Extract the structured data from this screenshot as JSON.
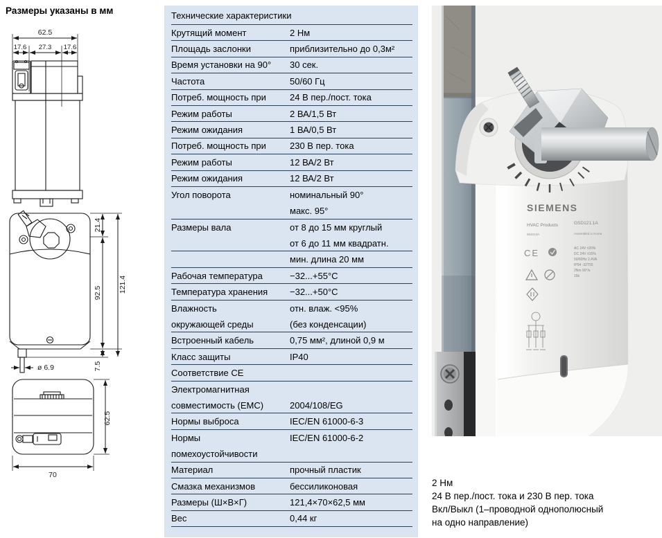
{
  "page": {
    "note_title": "Размеры указаны в мм"
  },
  "drawings": {
    "side_view": {
      "width_total": "62.5",
      "w1": "17.6",
      "w2": "27.3",
      "w3": "17.6"
    },
    "front_view": {
      "d_top": "21.4",
      "d_body": "92.5",
      "d_total": "121.4",
      "d_gland": "7.5",
      "d_cable": "ø 6.9"
    },
    "top_view": {
      "d_depth": "62.5",
      "d_width": "70"
    }
  },
  "table": {
    "title": "Технические характеристики",
    "rows": [
      {
        "label": "Крутящий момент",
        "value": "2 Нм",
        "rule": true
      },
      {
        "label": "Площадь заслонки",
        "value": "приблизительно до 0,3м²",
        "rule": true
      },
      {
        "label": "Время установки на 90°",
        "value": "30 сек.",
        "rule": true
      },
      {
        "label": "Частота",
        "value": "50/60 Гц",
        "rule": true
      },
      {
        "label": "Потреб. мощность при",
        "value": "24 В пер./пост. тока",
        "rule": true
      },
      {
        "label": "Режим работы",
        "value": "2 ВА/1,5 Вт",
        "rule": true
      },
      {
        "label": "Режим ожидания",
        "value": "1 ВА/0,5 Вт",
        "rule": true
      },
      {
        "label": "Потреб. мощность при",
        "value": "230 В пер. тока",
        "rule": true
      },
      {
        "label": "Режим работы",
        "value": "12 ВА/2 Вт",
        "rule": true
      },
      {
        "label": "Режим ожидания",
        "value": "12 ВА/2 Вт",
        "rule": true
      },
      {
        "label": "Угол поворота",
        "value": "номинальный 90°",
        "rule": false
      },
      {
        "label": "",
        "value": "макс. 95°",
        "rule": true
      },
      {
        "label": "Размеры вала",
        "value": "от 8 до 15 мм круглый",
        "rule": false
      },
      {
        "label": "",
        "value": "от 6 до 11 мм квадратн.",
        "rule": true
      },
      {
        "label": "",
        "value": "мин. длина 20 мм",
        "rule": true
      },
      {
        "label": "Рабочая температура",
        "value": "−32...+55°C",
        "rule": true
      },
      {
        "label": "Температура хранения",
        "value": "−32...+50°C",
        "rule": true
      },
      {
        "label": "Влажность",
        "value": "отн. влаж. <95%",
        "rule": false
      },
      {
        "label": "окружающей среды",
        "value": "(без конденсации)",
        "rule": true
      },
      {
        "label": "Встроенный кабель",
        "value": "0,75 мм², длиной 0,9 м",
        "rule": true
      },
      {
        "label": "Класс защиты",
        "value": "IP40",
        "rule": true
      },
      {
        "label": "Соответствие CE",
        "value": "",
        "rule": true
      },
      {
        "label": "Электромагнитная",
        "value": "",
        "rule": false
      },
      {
        "label": "совместимость (EMC)",
        "value": "2004/108/EG",
        "rule": true
      },
      {
        "label": "Нормы выброса",
        "value": "IEC/EN 61000-6-3",
        "rule": true
      },
      {
        "label": "Нормы",
        "value": "IEC/EN 61000-6-2",
        "rule": false
      },
      {
        "label": "помехоустойчивости",
        "value": "",
        "rule": true
      },
      {
        "label": "Материал",
        "value": "прочный пластик",
        "rule": true
      },
      {
        "label": "Смазка механизмов",
        "value": "бессиликоновая",
        "rule": true
      },
      {
        "label": "Размеры (Ш×В×Г)",
        "value": "121,4×70×62,5 мм",
        "rule": true
      },
      {
        "label": "Вес",
        "value": "0,44 кг",
        "rule": true
      }
    ]
  },
  "photo": {
    "brand": "SIEMENS",
    "label_left": "HVAC Products",
    "label_code": "061013A",
    "label_model": "GSD121.1A",
    "label_origin": "Assembled in Korea",
    "ce_mark": "CE",
    "nameplate_lines": [
      "AC 24V ±20%",
      "DC 24V ±15%",
      "50/60Hz 2,4VA",
      "IP54   -32T55",
      "2Nm    90°/s",
      "15k"
    ]
  },
  "caption": {
    "lines": [
      "2 Нм",
      "24 В пер./пост. тока и 230 В пер. тока",
      "Вкл/Выкл (1–проводной однополюсный",
      "на одно направление)"
    ]
  },
  "colors": {
    "table_bg": "#dbe5f1",
    "table_rule": "#2e4057"
  }
}
